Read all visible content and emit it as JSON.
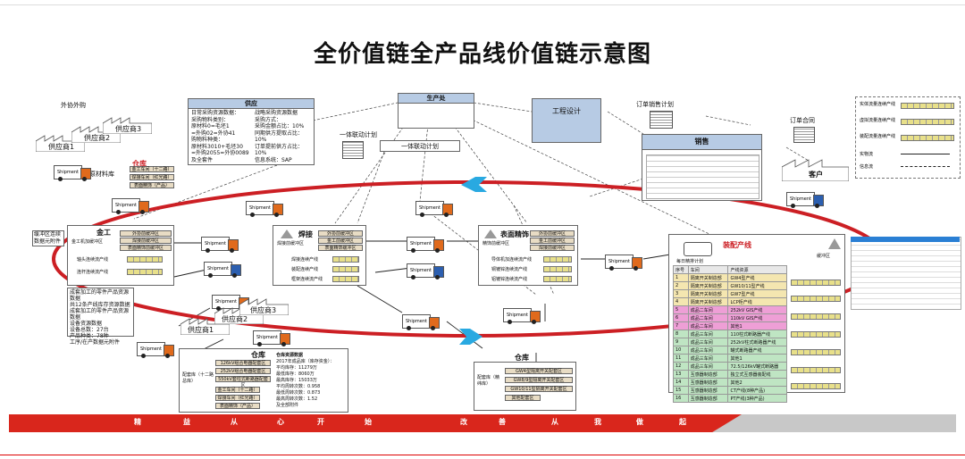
{
  "title": "全价值链全产品线价值链示意图",
  "top_right_label": "——",
  "suppliers_top": {
    "label_outsource": "外协外购",
    "s1": "供应商1",
    "s2": "供应商2",
    "s3": "供应商3"
  },
  "suppliers_mid": {
    "s1": "供应商1",
    "s2": "供应商2",
    "s3": "供应商3"
  },
  "supply_box": {
    "header": "供应",
    "left": [
      "日常采购资源数据：",
      "采购物料类别：",
      "原材料0=毛坯1",
      "=外购02=外协41",
      "购物料种类：",
      "原材料3010+毛坯30",
      "=外购2055=外协0089",
      "及全套件"
    ],
    "right": [
      "战略采购资源数据",
      "采购方式：",
      "采购金额占比：10%",
      "同期供方提取占比：10%",
      "订单提前供方占比：10%",
      "信息系统：SAP"
    ]
  },
  "production": {
    "header": "生产处"
  },
  "integrated_plan": {
    "header": "一体联动计划",
    "side_label": "一体联动计划"
  },
  "engineering": {
    "header": "工程设计"
  },
  "order_plan": {
    "label": "订单销售计划"
  },
  "sales": {
    "header": "销售"
  },
  "order_contract": {
    "label": "订单合同"
  },
  "customer": {
    "label": "客户"
  },
  "legend": {
    "items": [
      "实体流量连续产线",
      "虚拟流量连续产线",
      "装配流量连续产线",
      "实物流",
      "信息流"
    ]
  },
  "warehouse_top": {
    "title": "仓库",
    "items": [
      "金工车间（十二路）",
      "焊接车间（红光路）",
      "表面精饰（产品）"
    ],
    "raw_label": "原材料库"
  },
  "truck_label": "Shipment",
  "stage_metalwork": {
    "title": "金工",
    "sub": "金工机加缓冲区",
    "lines": [
      "轴头连续流产线",
      "连杆连续流产线"
    ],
    "store": [
      "外协前缓冲区",
      "焊接前缓冲区",
      "表面精饰前缓冲区"
    ]
  },
  "stage_welding": {
    "title": "焊接",
    "sub": "焊接前缓冲区",
    "lines": [
      "焊接连续产线",
      "装配连续产线",
      "框架连续流产线"
    ],
    "store": [
      "外协前缓冲区",
      "金工前缓冲区",
      "表面精饰缓冲区"
    ]
  },
  "stage_surface": {
    "title": "表面精饰",
    "sub": "精饰前缓冲区",
    "lines": [
      "导体机加连续流产线",
      "铜镀锌连续流产线",
      "铝镀锌连续流产线"
    ],
    "store": [
      "外协前缓冲区",
      "金工前缓冲区",
      "焊接前缓冲区"
    ]
  },
  "left_notes": [
    "缓冲区连续",
    "数据元附件"
  ],
  "left_stats": [
    "成套加工的零件产品资源数据",
    "共12条产线库存资源数据",
    "成套加工的零件产品资源数据",
    "设备资源数据",
    "设备总数：27台",
    "产品种类：78种",
    "工序/在产数据元附件"
  ],
  "warehouse_bottom": {
    "title": "仓库",
    "side_label": "配套库（十二路总库）",
    "items": [
      "126kV组合电器配套区",
      "252kV组合电器配套区",
      "550kV套柱式断路器配套区",
      "金工车间（十二路）",
      "焊接车间（红光路）",
      "表面精饰（产品）"
    ],
    "stats_title": "仓库资源数据",
    "stats": [
      "2017年成品库（库存资金）：",
      "平均库存：11279万",
      "最低库存：8060万",
      "最高库存：15033万",
      "平均周转次数：0.958",
      "最低周转次数：0.873",
      "最高周转次数：1.52",
      "及全部附件"
    ]
  },
  "warehouse_right": {
    "title": "仓库",
    "side_label": "配套库（精纬库）",
    "items": [
      "GW4型隔离开关配套区",
      "GW8/9型隔离开关配套区",
      "GW10/11型隔离开关配套区",
      "其他配套区"
    ]
  },
  "assembly": {
    "title": "装配产线",
    "buffer": "缓冲区",
    "plan_label": "每日精排计划",
    "columns": [
      "序号",
      "车间",
      "产线资源"
    ],
    "rows": [
      [
        "1",
        "隔离开关制造部",
        "GW4型产线"
      ],
      [
        "2",
        "隔离开关制造部",
        "GW10/11型产线"
      ],
      [
        "3",
        "隔离开关制造部",
        "GW7型产线"
      ],
      [
        "4",
        "隔离开关制造部",
        "LCP柜产线"
      ],
      [
        "5",
        "成品二车间",
        "252kV GIS产线"
      ],
      [
        "6",
        "成品二车间",
        "110kV GIS产线"
      ],
      [
        "7",
        "成品二车间",
        "其他1"
      ],
      [
        "8",
        "成品三车间",
        "110柱式断路器产线"
      ],
      [
        "9",
        "成品三车间",
        "252kV柱式断路器产线"
      ],
      [
        "10",
        "成品三车间",
        "罐式断路器产线"
      ],
      [
        "11",
        "成品三车间",
        "其他1"
      ],
      [
        "12",
        "成品三车间",
        "72.5/126kV罐式断路器"
      ],
      [
        "13",
        "互感器制造部",
        "独立式互感器装配线"
      ],
      [
        "14",
        "互感器制造部",
        "其他2"
      ],
      [
        "15",
        "互感器制造部",
        "CT产线(8种产品)"
      ],
      [
        "16",
        "互感器制造部",
        "PT产线(3种产品)"
      ]
    ],
    "row_colors": [
      "#f4e6b0",
      "#f4e6b0",
      "#f4e6b0",
      "#f4e6b0",
      "#ee9fd6",
      "#ee9fd6",
      "#ee9fd6",
      "#bfe5c3",
      "#bfe5c3",
      "#bfe5c3",
      "#bfe5c3",
      "#bfe5c3",
      "#bfe5c3",
      "#bfe5c3",
      "#bfe5c3",
      "#bfe5c3"
    ]
  },
  "bottom_bar": {
    "words": [
      "精",
      "益",
      "从",
      "心",
      "开",
      "始",
      "改",
      "善",
      "从",
      "我",
      "做",
      "起"
    ]
  },
  "colors": {
    "ring": "#cc1f24",
    "arrow": "#29a9e1",
    "header_blue": "#b7cbe4",
    "bar_red": "#d9261c"
  }
}
